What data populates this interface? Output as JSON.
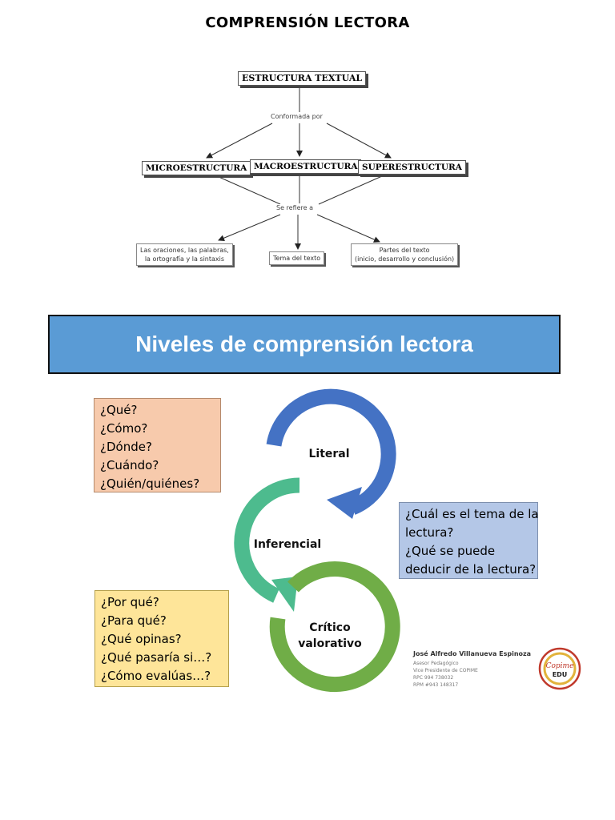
{
  "page_title": "COMPRENSIÓN LECTORA",
  "concept_map": {
    "root": "ESTRUCTURA TEXTUAL",
    "link_top": "Conformada por",
    "nodes": [
      "MICROESTRUCTURA",
      "MACROESTRUCTURA",
      "SUPERESTRUCTURA"
    ],
    "link_bottom": "Se refiere a",
    "leaves": {
      "micro": [
        "Las oraciones, las palabras,",
        "la ortografía y la sintaxis"
      ],
      "macro": [
        "Tema del texto"
      ],
      "super": [
        "Partes del texto",
        "(inicio, desarrollo y conclusión)"
      ]
    }
  },
  "levels": {
    "banner_title": "Niveles de comprensión lectora",
    "literal_label": "Literal",
    "inferencial_label": "Inferencial",
    "critico_label_line1": "Crítico",
    "critico_label_line2": "valorativo",
    "literal_questions": [
      "¿Qué?",
      "¿Cómo?",
      "¿Dónde?",
      "¿Cuándo?",
      "¿Quién/quiénes?"
    ],
    "inferencial_questions": [
      "¿Cuál es el tema de la",
      "lectura?",
      "¿Qué se puede",
      "deducir de la lectura?"
    ],
    "critico_questions": [
      "¿Por qué?",
      "¿Para qué?",
      "¿Qué opinas?",
      "¿Qué pasaría si…?",
      "¿Cómo evalúas…?"
    ],
    "colors": {
      "literal": "#4472c4",
      "inferencial": "#4dbb8e",
      "critico": "#70ad47",
      "banner": "#5a9bd5"
    }
  },
  "signature": {
    "name": "José Alfredo Villanueva Espinoza",
    "lines": [
      "Asesor Pedagógico",
      "Vice Presidente de COPIME",
      "RPC    994 738032",
      "RPM   #943 148317"
    ],
    "seal_text_1": "Copime",
    "seal_text_2": "EDU"
  }
}
